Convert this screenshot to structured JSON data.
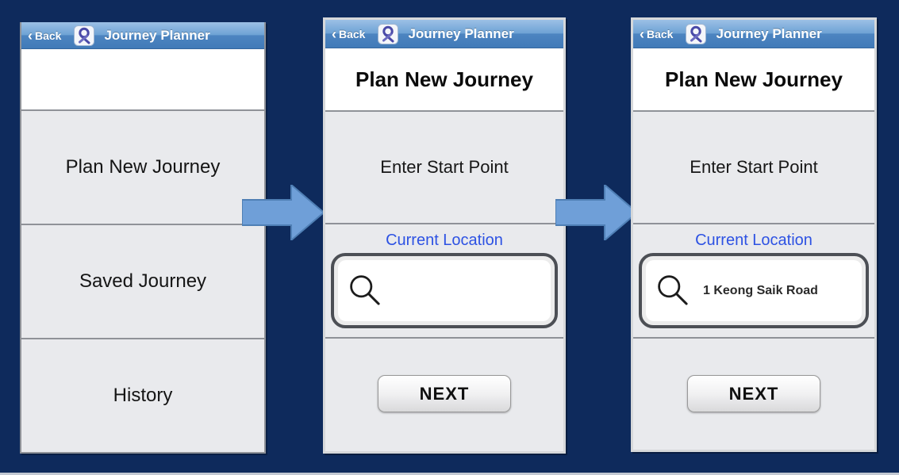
{
  "icons": {
    "back_chevron": "‹"
  },
  "colors": {
    "background_navy": "#0e2a5c",
    "header_gradient_top": "#9cc0e6",
    "header_gradient_bottom": "#417ab8",
    "cell_gray": "#e9eaed",
    "cell_border_gray": "#8f9298",
    "link_blue": "#2d52e3",
    "arrow_blue": "#6f9fd8",
    "logo_ribbon_indigo": "#4a4aa8"
  },
  "screens": [
    {
      "header": {
        "back": "Back",
        "title": "Journey Planner"
      },
      "menu": [
        "Plan New Journey",
        "Saved Journey",
        "History"
      ]
    },
    {
      "header": {
        "back": "Back",
        "title": "Journey Planner"
      },
      "page_title": "Plan New Journey",
      "prompt": "Enter Start Point",
      "location_link": "Current Location",
      "search_value": "",
      "next_label": "NEXT"
    },
    {
      "header": {
        "back": "Back",
        "title": "Journey Planner"
      },
      "page_title": "Plan New Journey",
      "prompt": "Enter Start Point",
      "location_link": "Current Location",
      "search_value": "1 Keong Saik Road",
      "next_label": "NEXT"
    }
  ]
}
